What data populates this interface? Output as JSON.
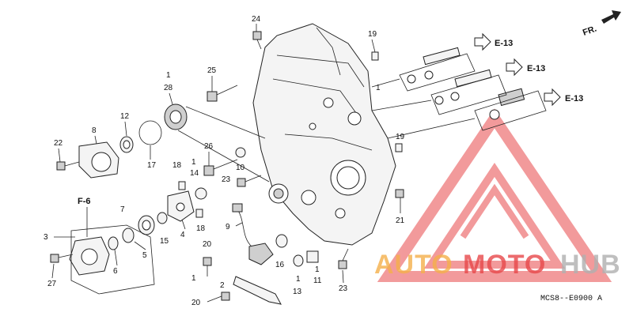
{
  "diagram": {
    "orientation_label": "FR.",
    "code": "MCS8--E0900 A",
    "refs": [
      {
        "id": "ref-e13-a",
        "text": "E-13"
      },
      {
        "id": "ref-e13-b",
        "text": "E-13"
      },
      {
        "id": "ref-e13-c",
        "text": "E-13"
      },
      {
        "id": "ref-f6",
        "text": "F-6"
      }
    ],
    "callouts": [
      "24",
      "19",
      "1",
      "25",
      "1",
      "28",
      "12",
      "8",
      "22",
      "17",
      "26",
      "18",
      "1",
      "14",
      "10",
      "23",
      "19",
      "21",
      "7",
      "3",
      "6",
      "5",
      "15",
      "4",
      "20",
      "18",
      "9",
      "16",
      "1",
      "11",
      "2",
      "20",
      "1",
      "13",
      "27",
      "23",
      "1"
    ]
  },
  "watermark": {
    "brand_part1": "AUTO",
    "brand_part2": "MOTO",
    "brand_part3": "HUB",
    "color_orange": "#f5b04a",
    "color_red": "#e8484b",
    "color_gray": "#b0b0b0"
  }
}
